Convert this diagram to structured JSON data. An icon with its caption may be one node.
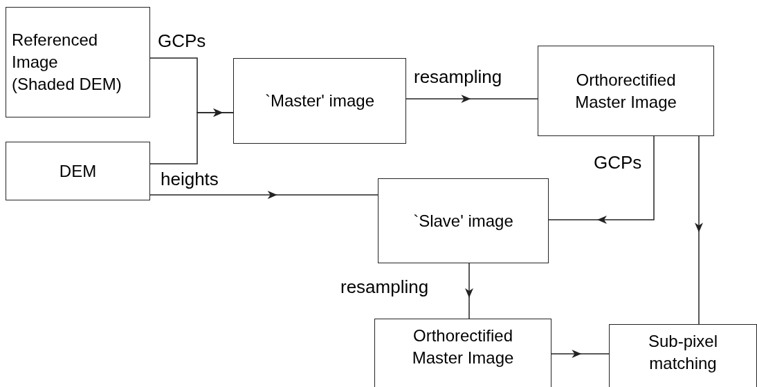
{
  "diagram": {
    "nodes": [
      {
        "text": [
          "Referenced Image (Shaded DEM)"
        ]
      },
      {
        "text": [
          "DEM"
        ]
      },
      {
        "text": [
          "`Master' image"
        ]
      },
      {
        "text": [
          "Orthorectified Master Image"
        ]
      },
      {
        "text": [
          "`Slave' image"
        ]
      },
      {
        "text": [
          "Orthorectified Master Image"
        ]
      },
      {
        "text": [
          "Sub-pixel matching"
        ]
      }
    ],
    "edges": [
      {
        "from": 0,
        "to": 2,
        "arrow": "to",
        "label": "GCPs"
      },
      {
        "from": 1,
        "to": 2,
        "arrow": "to"
      },
      {
        "from": 2,
        "to": 3,
        "arrow": "to",
        "label": "resampling"
      },
      {
        "from": 1,
        "to": 4,
        "arrow": "to",
        "label": "heights"
      },
      {
        "from": 3,
        "to": 4,
        "arrow": "to",
        "label": "GCPs"
      },
      {
        "from": 4,
        "to": 5,
        "arrow": "to",
        "label": "resampling"
      },
      {
        "from": 5,
        "to": 6,
        "arrow": "to"
      },
      {
        "from": 3,
        "to": 6,
        "arrow": "to"
      }
    ]
  }
}
